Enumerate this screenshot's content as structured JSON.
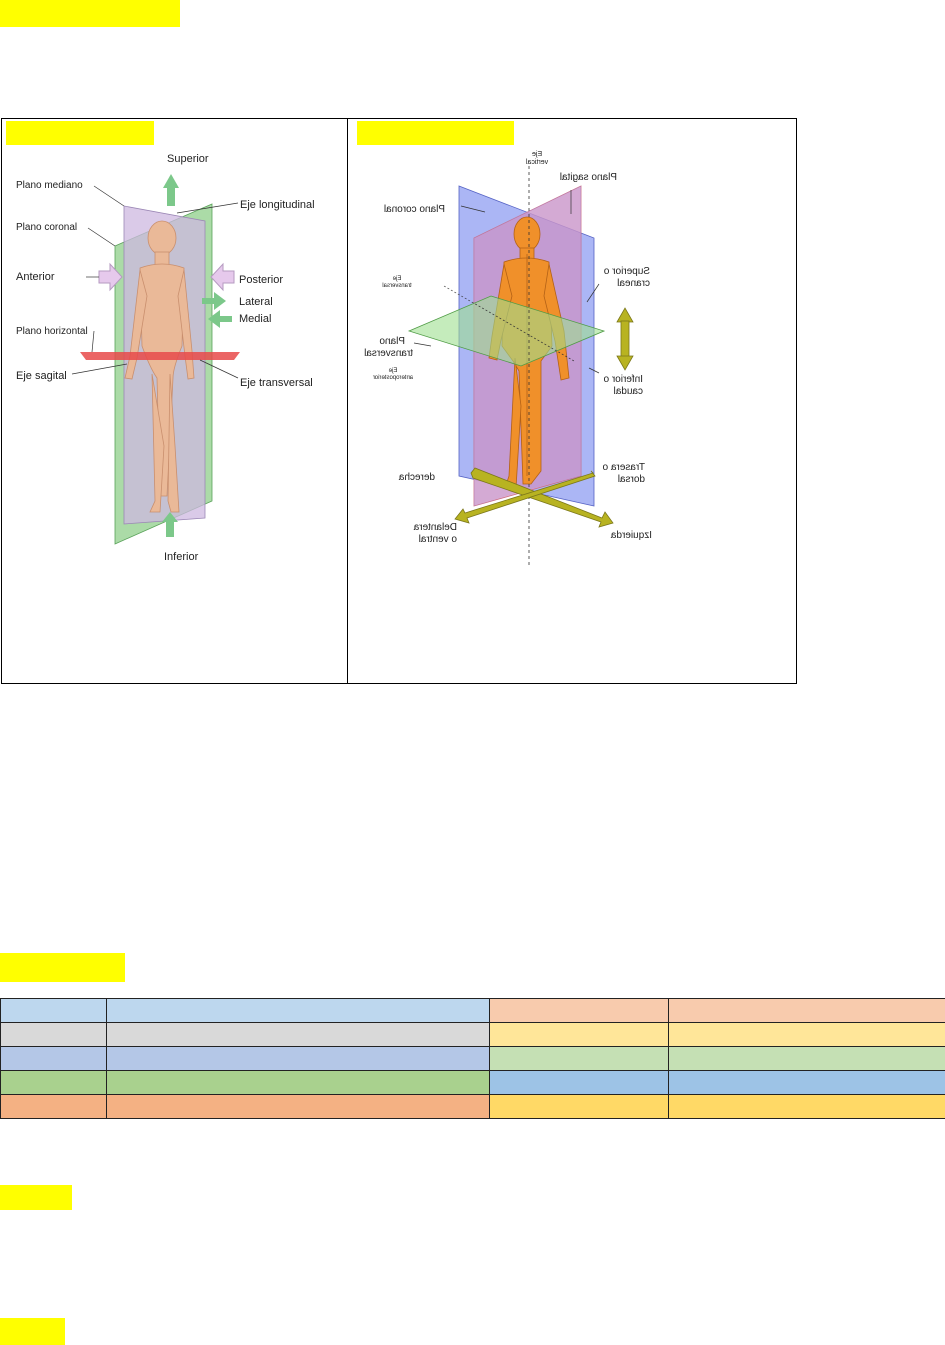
{
  "left_figure": {
    "labels": {
      "superior": "Superior",
      "plano_mediano": "Plano mediano",
      "eje_longitudinal": "Eje longitudinal",
      "plano_coronal": "Plano coronal",
      "anterior": "Anterior",
      "posterior": "Posterior",
      "lateral": "Lateral",
      "medial": "Medial",
      "plano_horizontal": "Plano horizontal",
      "eje_sagital": "Eje sagital",
      "eje_transversal": "Eje transversal",
      "inferior": "Inferior"
    }
  },
  "right_figure": {
    "labels": {
      "eje_vertical_1": "Eje",
      "eje_vertical_2": "vertical",
      "plano_sagital": "Plano sagital",
      "plano_coronal": "Plano coronal",
      "superior_1": "Superior o",
      "superior_2": "craneal",
      "eje_transversal_1": "Eje",
      "eje_transversal_2": "transversal",
      "plano_transversal_1": "Plano",
      "plano_transversal_2": "transversal",
      "eje_antero_1": "Eje",
      "eje_antero_2": "anteroposterior",
      "inferior_1": "Inferior o",
      "inferior_2": "caudal",
      "trasera_1": "Trasera o",
      "trasera_2": "dorsal",
      "derecha": "derecha",
      "delantera_1": "Delantera",
      "delantera_2": "o ventral",
      "izquierda": "Izquierda"
    }
  },
  "colors": {
    "highlight": "#ffff00",
    "table_rows": [
      [
        "#bdd7ee",
        "#bdd7ee",
        "#f8cbad",
        "#f8cbad"
      ],
      [
        "#d9d9d9",
        "#d9d9d9",
        "#ffe699",
        "#ffe699"
      ],
      [
        "#b4c7e7",
        "#b4c7e7",
        "#c5e0b4",
        "#c5e0b4"
      ],
      [
        "#a9d18e",
        "#a9d18e",
        "#9dc3e6",
        "#9dc3e6"
      ],
      [
        "#f4b183",
        "#f4b183",
        "#ffd966",
        "#ffd966"
      ]
    ]
  }
}
